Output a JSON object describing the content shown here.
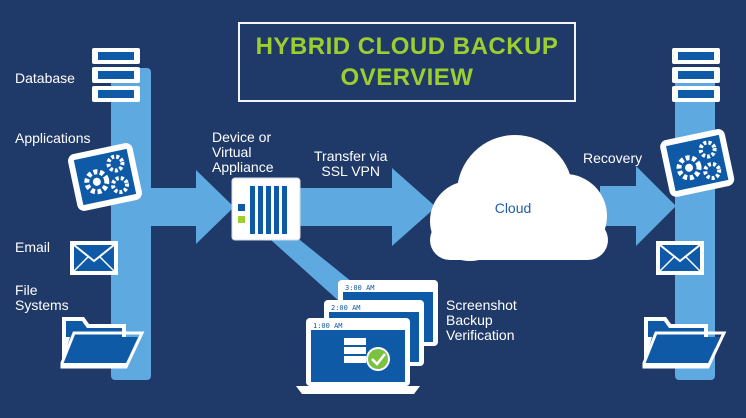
{
  "title": {
    "line1": "HYBRID CLOUD BACKUP",
    "line2": "OVERVIEW"
  },
  "sources": {
    "database": "Database",
    "applications": "Applications",
    "email": "Email",
    "file_systems_1": "File",
    "file_systems_2": "Systems"
  },
  "device": {
    "line1": "Device or",
    "line2": "Virtual",
    "line3": "Appliance"
  },
  "transfer": {
    "line1": "Transfer via",
    "line2": "SSL VPN"
  },
  "cloud": {
    "label": "Cloud"
  },
  "recovery": {
    "label": "Recovery"
  },
  "verification": {
    "line1": "Screenshot",
    "line2": "Backup",
    "line3": "Verification",
    "times": [
      "3:00 AM",
      "2:00 AM",
      "1:00 AM"
    ]
  },
  "colors": {
    "background": "#1f3a68",
    "arrow": "#5ea9e0",
    "accent_green": "#9ccf2e",
    "icon_blue": "#0e5aa7",
    "check_green": "#7cc242"
  }
}
